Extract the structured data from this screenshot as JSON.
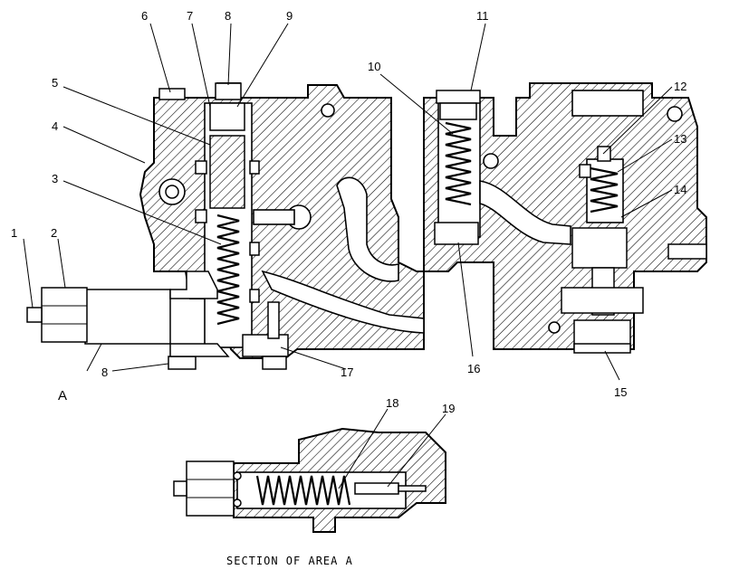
{
  "callouts": [
    {
      "id": "1",
      "label": "1"
    },
    {
      "id": "2",
      "label": "2"
    },
    {
      "id": "3",
      "label": "3"
    },
    {
      "id": "4",
      "label": "4"
    },
    {
      "id": "5",
      "label": "5"
    },
    {
      "id": "6",
      "label": "6"
    },
    {
      "id": "7",
      "label": "7"
    },
    {
      "id": "8a",
      "label": "8"
    },
    {
      "id": "8b",
      "label": "8"
    },
    {
      "id": "9",
      "label": "9"
    },
    {
      "id": "10",
      "label": "10"
    },
    {
      "id": "11",
      "label": "11"
    },
    {
      "id": "12",
      "label": "12"
    },
    {
      "id": "13",
      "label": "13"
    },
    {
      "id": "14",
      "label": "14"
    },
    {
      "id": "15",
      "label": "15"
    },
    {
      "id": "16",
      "label": "16"
    },
    {
      "id": "17",
      "label": "17"
    },
    {
      "id": "18",
      "label": "18"
    },
    {
      "id": "19",
      "label": "19"
    }
  ],
  "area_marker": "A",
  "section_caption": "SECTION OF AREA A"
}
